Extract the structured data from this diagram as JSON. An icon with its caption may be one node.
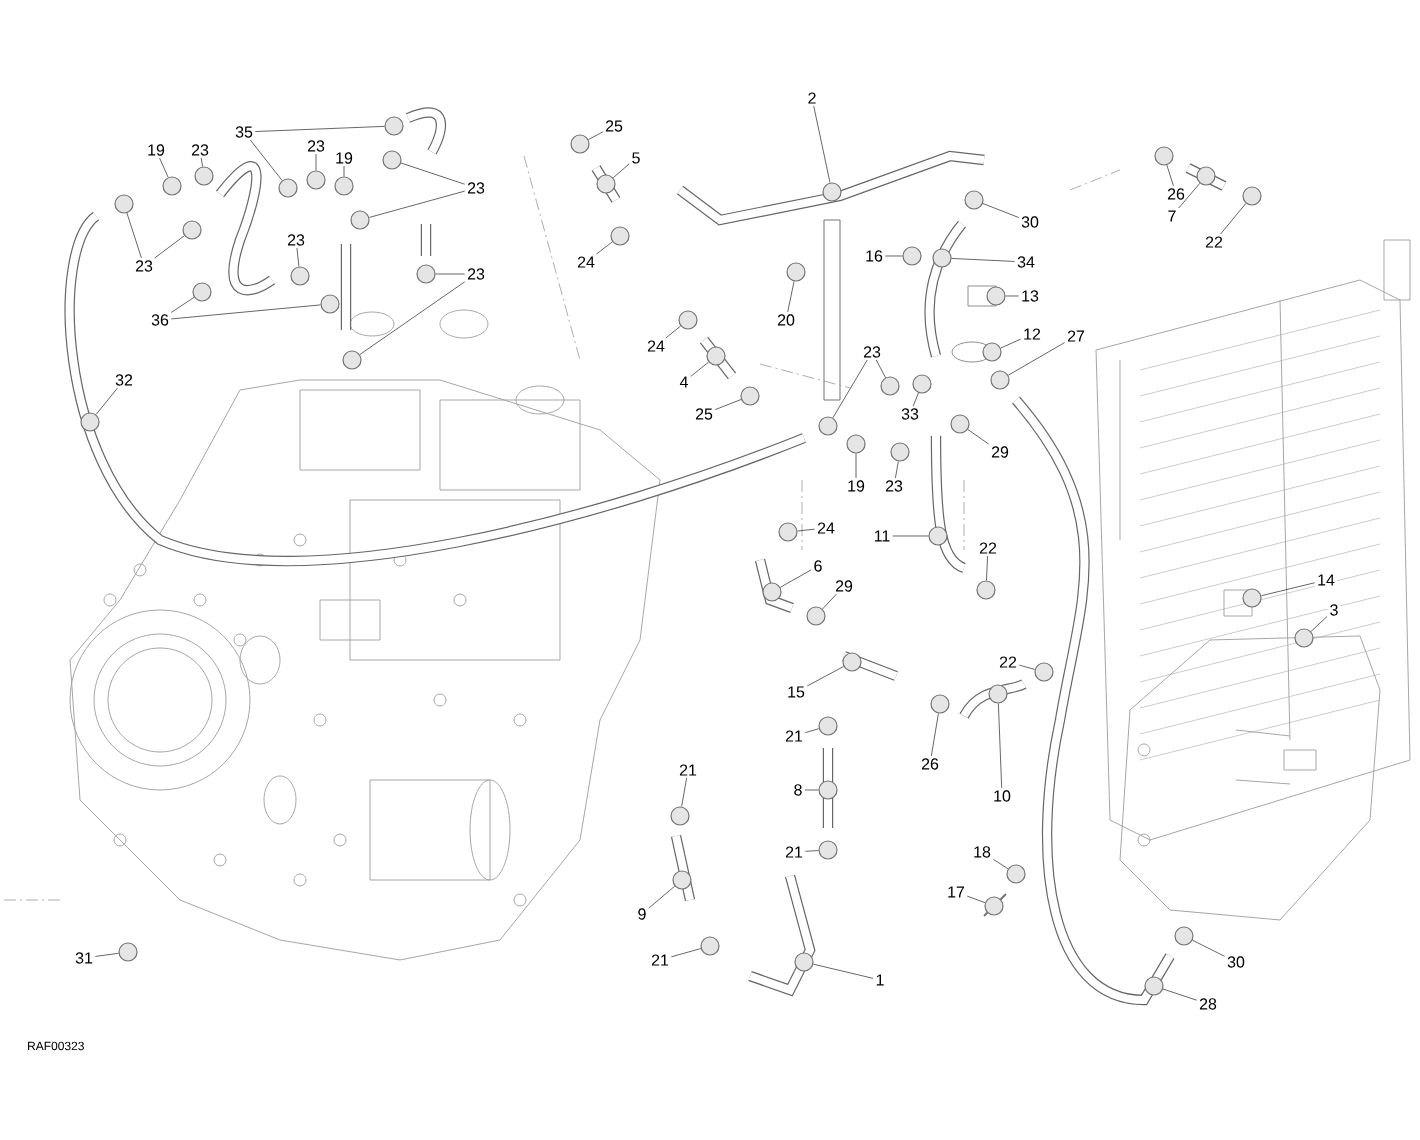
{
  "diagram": {
    "nodes": [
      {
        "text": [
          "19"
        ]
      },
      {
        "text": [
          "23"
        ]
      },
      {
        "text": [
          "35"
        ]
      },
      {
        "text": [
          "23"
        ]
      },
      {
        "text": [
          "19"
        ]
      },
      {
        "text": [
          "23"
        ]
      },
      {
        "text": [
          "23"
        ]
      },
      {
        "text": [
          "23"
        ]
      },
      {
        "text": [
          "23"
        ]
      },
      {
        "text": [
          "36"
        ]
      },
      {
        "text": [
          "32"
        ]
      },
      {
        "text": [
          "25"
        ]
      },
      {
        "text": [
          "5"
        ]
      },
      {
        "text": [
          "24"
        ]
      },
      {
        "text": [
          "2"
        ]
      },
      {
        "text": [
          "30"
        ]
      },
      {
        "text": [
          "16"
        ]
      },
      {
        "text": [
          "34"
        ]
      },
      {
        "text": [
          "13"
        ]
      },
      {
        "text": [
          "12"
        ]
      },
      {
        "text": [
          "27"
        ]
      },
      {
        "text": [
          "20"
        ]
      },
      {
        "text": [
          "24"
        ]
      },
      {
        "text": [
          "4"
        ]
      },
      {
        "text": [
          "25"
        ]
      },
      {
        "text": [
          "23"
        ]
      },
      {
        "text": [
          "33"
        ]
      },
      {
        "text": [
          "19"
        ]
      },
      {
        "text": [
          "23"
        ]
      },
      {
        "text": [
          "29"
        ]
      },
      {
        "text": [
          "24"
        ]
      },
      {
        "text": [
          "11"
        ]
      },
      {
        "text": [
          "22"
        ]
      },
      {
        "text": [
          "6"
        ]
      },
      {
        "text": [
          "29"
        ]
      },
      {
        "text": [
          "15"
        ]
      },
      {
        "text": [
          "21"
        ]
      },
      {
        "text": [
          "8"
        ]
      },
      {
        "text": [
          "21"
        ]
      },
      {
        "text": [
          "21"
        ]
      },
      {
        "text": [
          "9"
        ]
      },
      {
        "text": [
          "21"
        ]
      },
      {
        "text": [
          "1"
        ]
      },
      {
        "text": [
          "26"
        ]
      },
      {
        "text": [
          "10"
        ]
      },
      {
        "text": [
          "22"
        ]
      },
      {
        "text": [
          "18"
        ]
      },
      {
        "text": [
          "17"
        ]
      },
      {
        "text": [
          "14"
        ]
      },
      {
        "text": [
          "3"
        ]
      },
      {
        "text": [
          "30"
        ]
      },
      {
        "text": [
          "28"
        ]
      },
      {
        "text": [
          "26"
        ]
      },
      {
        "text": [
          "7"
        ]
      },
      {
        "text": [
          "22"
        ]
      },
      {
        "text": [
          "31"
        ]
      },
      {
        "text": [],
        "shape": "circle"
      },
      {
        "text": [],
        "shape": "circle"
      },
      {
        "text": [],
        "shape": "circle"
      },
      {
        "text": [],
        "shape": "circle"
      },
      {
        "text": [],
        "shape": "circle"
      },
      {
        "text": [],
        "shape": "circle"
      },
      {
        "text": [],
        "shape": "circle"
      },
      {
        "text": [],
        "shape": "circle"
      },
      {
        "text": [],
        "shape": "circle"
      },
      {
        "text": [],
        "shape": "circle"
      },
      {
        "text": [],
        "shape": "circle"
      },
      {
        "text": [],
        "shape": "circle"
      },
      {
        "text": [],
        "shape": "circle"
      },
      {
        "text": [],
        "shape": "circle"
      },
      {
        "text": [],
        "shape": "circle"
      },
      {
        "text": [],
        "shape": "circle"
      },
      {
        "text": [],
        "shape": "circle"
      },
      {
        "text": [],
        "shape": "circle"
      },
      {
        "text": [],
        "shape": "circle"
      },
      {
        "text": [],
        "shape": "circle"
      },
      {
        "text": [],
        "shape": "circle"
      },
      {
        "text": [],
        "shape": "circle"
      },
      {
        "text": [],
        "shape": "circle"
      },
      {
        "text": [],
        "shape": "circle"
      },
      {
        "text": [],
        "shape": "circle"
      },
      {
        "text": [],
        "shape": "circle"
      },
      {
        "text": [],
        "shape": "circle"
      },
      {
        "text": [],
        "shape": "circle"
      },
      {
        "text": [],
        "shape": "circle"
      },
      {
        "text": [],
        "shape": "circle"
      },
      {
        "text": [],
        "shape": "circle"
      },
      {
        "text": [],
        "shape": "circle"
      },
      {
        "text": [],
        "shape": "circle"
      },
      {
        "text": [],
        "shape": "circle"
      },
      {
        "text": [],
        "shape": "circle"
      },
      {
        "text": [],
        "shape": "circle"
      },
      {
        "text": [],
        "shape": "circle"
      },
      {
        "text": [],
        "shape": "circle"
      },
      {
        "text": [],
        "shape": "circle"
      },
      {
        "text": [],
        "shape": "circle"
      },
      {
        "text": [],
        "shape": "circle"
      },
      {
        "text": [],
        "shape": "circle"
      },
      {
        "text": [],
        "shape": "circle"
      },
      {
        "text": [],
        "shape": "circle"
      },
      {
        "text": [],
        "shape": "circle"
      },
      {
        "text": [],
        "shape": "circle"
      },
      {
        "text": [],
        "shape": "circle"
      },
      {
        "text": [],
        "shape": "circle"
      },
      {
        "text": [],
        "shape": "circle"
      },
      {
        "text": [],
        "shape": "circle"
      },
      {
        "text": [],
        "shape": "circle"
      },
      {
        "text": [],
        "shape": "circle"
      },
      {
        "text": [],
        "shape": "circle"
      },
      {
        "text": [],
        "shape": "circle"
      },
      {
        "text": [],
        "shape": "circle"
      },
      {
        "text": [],
        "shape": "circle"
      },
      {
        "text": [],
        "shape": "circle"
      },
      {
        "text": [],
        "shape": "circle"
      },
      {
        "text": [],
        "shape": "circle"
      },
      {
        "text": [],
        "shape": "circle"
      },
      {
        "text": [],
        "shape": "circle"
      },
      {
        "text": [],
        "shape": "circle"
      }
    ],
    "edges": [
      {
        "from": 0,
        "to": 56,
        "arrow": "none"
      },
      {
        "from": 1,
        "to": 57,
        "arrow": "none"
      },
      {
        "from": 2,
        "to": 58,
        "arrow": "none"
      },
      {
        "from": 2,
        "to": 59,
        "arrow": "none"
      },
      {
        "from": 3,
        "to": 60,
        "arrow": "none"
      },
      {
        "from": 4,
        "to": 61,
        "arrow": "none"
      },
      {
        "from": 5,
        "to": 62,
        "arrow": "none"
      },
      {
        "from": 5,
        "to": 63,
        "arrow": "none"
      },
      {
        "from": 6,
        "to": 64,
        "arrow": "none"
      },
      {
        "from": 6,
        "to": 65,
        "arrow": "none"
      },
      {
        "from": 7,
        "to": 66,
        "arrow": "none"
      },
      {
        "from": 8,
        "to": 67,
        "arrow": "none"
      },
      {
        "from": 8,
        "to": 68,
        "arrow": "none"
      },
      {
        "from": 9,
        "to": 69,
        "arrow": "none"
      },
      {
        "from": 9,
        "to": 70,
        "arrow": "none"
      },
      {
        "from": 10,
        "to": 71,
        "arrow": "none"
      },
      {
        "from": 11,
        "to": 72,
        "arrow": "none"
      },
      {
        "from": 12,
        "to": 73,
        "arrow": "none"
      },
      {
        "from": 13,
        "to": 74,
        "arrow": "none"
      },
      {
        "from": 14,
        "to": 75,
        "arrow": "none"
      },
      {
        "from": 15,
        "to": 76,
        "arrow": "none"
      },
      {
        "from": 16,
        "to": 77,
        "arrow": "none"
      },
      {
        "from": 17,
        "to": 78,
        "arrow": "none"
      },
      {
        "from": 18,
        "to": 79,
        "arrow": "none"
      },
      {
        "from": 19,
        "to": 80,
        "arrow": "none"
      },
      {
        "from": 20,
        "to": 81,
        "arrow": "none"
      },
      {
        "from": 21,
        "to": 82,
        "arrow": "none"
      },
      {
        "from": 22,
        "to": 83,
        "arrow": "none"
      },
      {
        "from": 23,
        "to": 84,
        "arrow": "none"
      },
      {
        "from": 24,
        "to": 85,
        "arrow": "none"
      },
      {
        "from": 25,
        "to": 86,
        "arrow": "none"
      },
      {
        "from": 25,
        "to": 87,
        "arrow": "none"
      },
      {
        "from": 26,
        "to": 88,
        "arrow": "none"
      },
      {
        "from": 27,
        "to": 89,
        "arrow": "none"
      },
      {
        "from": 28,
        "to": 90,
        "arrow": "none"
      },
      {
        "from": 29,
        "to": 91,
        "arrow": "none"
      },
      {
        "from": 30,
        "to": 92,
        "arrow": "none"
      },
      {
        "from": 31,
        "to": 93,
        "arrow": "none"
      },
      {
        "from": 32,
        "to": 94,
        "arrow": "none"
      },
      {
        "from": 33,
        "to": 95,
        "arrow": "none"
      },
      {
        "from": 34,
        "to": 96,
        "arrow": "none"
      },
      {
        "from": 35,
        "to": 97,
        "arrow": "none"
      },
      {
        "from": 36,
        "to": 98,
        "arrow": "none"
      },
      {
        "from": 37,
        "to": 99,
        "arrow": "none"
      },
      {
        "from": 38,
        "to": 100,
        "arrow": "none"
      },
      {
        "from": 39,
        "to": 101,
        "arrow": "none"
      },
      {
        "from": 40,
        "to": 102,
        "arrow": "none"
      },
      {
        "from": 41,
        "to": 103,
        "arrow": "none"
      },
      {
        "from": 42,
        "to": 104,
        "arrow": "none"
      },
      {
        "from": 43,
        "to": 105,
        "arrow": "none"
      },
      {
        "from": 44,
        "to": 106,
        "arrow": "none"
      },
      {
        "from": 45,
        "to": 107,
        "arrow": "none"
      },
      {
        "from": 46,
        "to": 108,
        "arrow": "none"
      },
      {
        "from": 47,
        "to": 109,
        "arrow": "none"
      },
      {
        "from": 48,
        "to": 110,
        "arrow": "none"
      },
      {
        "from": 49,
        "to": 111,
        "arrow": "none"
      },
      {
        "from": 50,
        "to": 112,
        "arrow": "none"
      },
      {
        "from": 51,
        "to": 113,
        "arrow": "none"
      },
      {
        "from": 52,
        "to": 114,
        "arrow": "none"
      },
      {
        "from": 53,
        "to": 115,
        "arrow": "none"
      },
      {
        "from": 54,
        "to": 116,
        "arrow": "none"
      },
      {
        "from": 55,
        "to": 117,
        "arrow": "none"
      }
    ],
    "labels": [
      "RAF00323"
    ]
  }
}
